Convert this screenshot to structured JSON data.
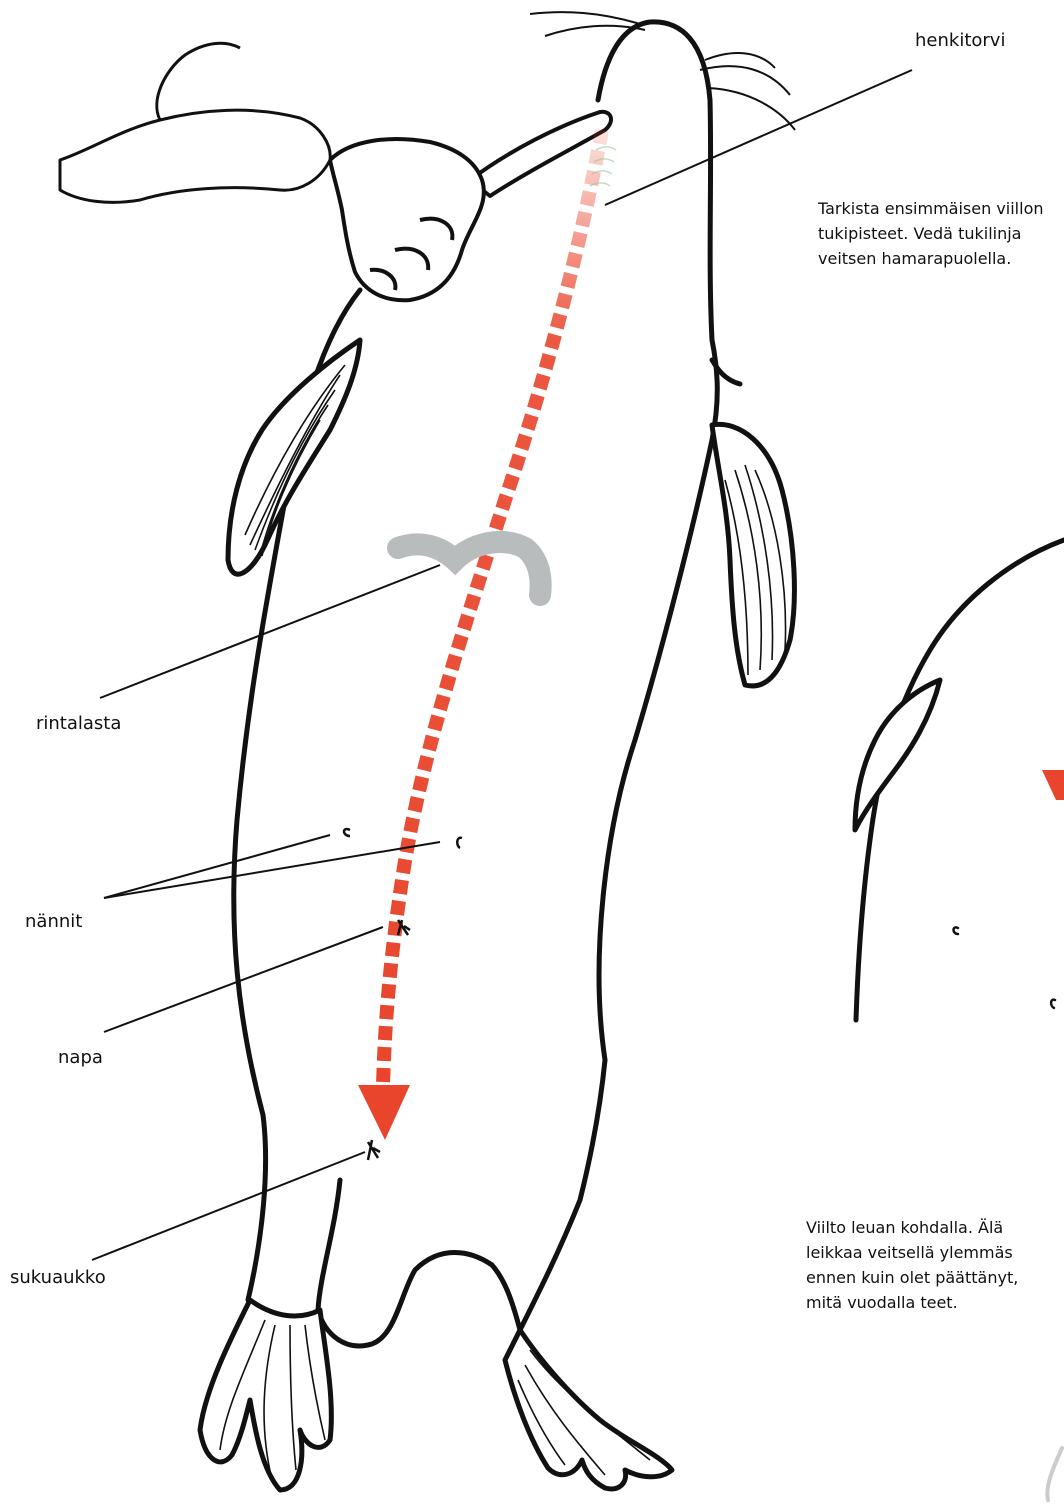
{
  "labels": {
    "trachea": "henkitorvi",
    "sternum": "rintalasta",
    "nipples": "nännit",
    "navel": "napa",
    "genital_opening": "sukuaukko"
  },
  "notes": {
    "top": "Tarkista ensimmäisen viillon tukipisteet. Vedä tukilinja veitsen hamarapuolella.",
    "bottom": "Viilto leuan kohdalla. Älä leikkaa veitsellä ylemmäs ennen kuin olet päättänyt, mitä vuodalla teet."
  },
  "colors": {
    "outline": "#111111",
    "cut_line": "#e8452c",
    "sternum_marker": "#b9bcbd",
    "background": "#ffffff"
  }
}
